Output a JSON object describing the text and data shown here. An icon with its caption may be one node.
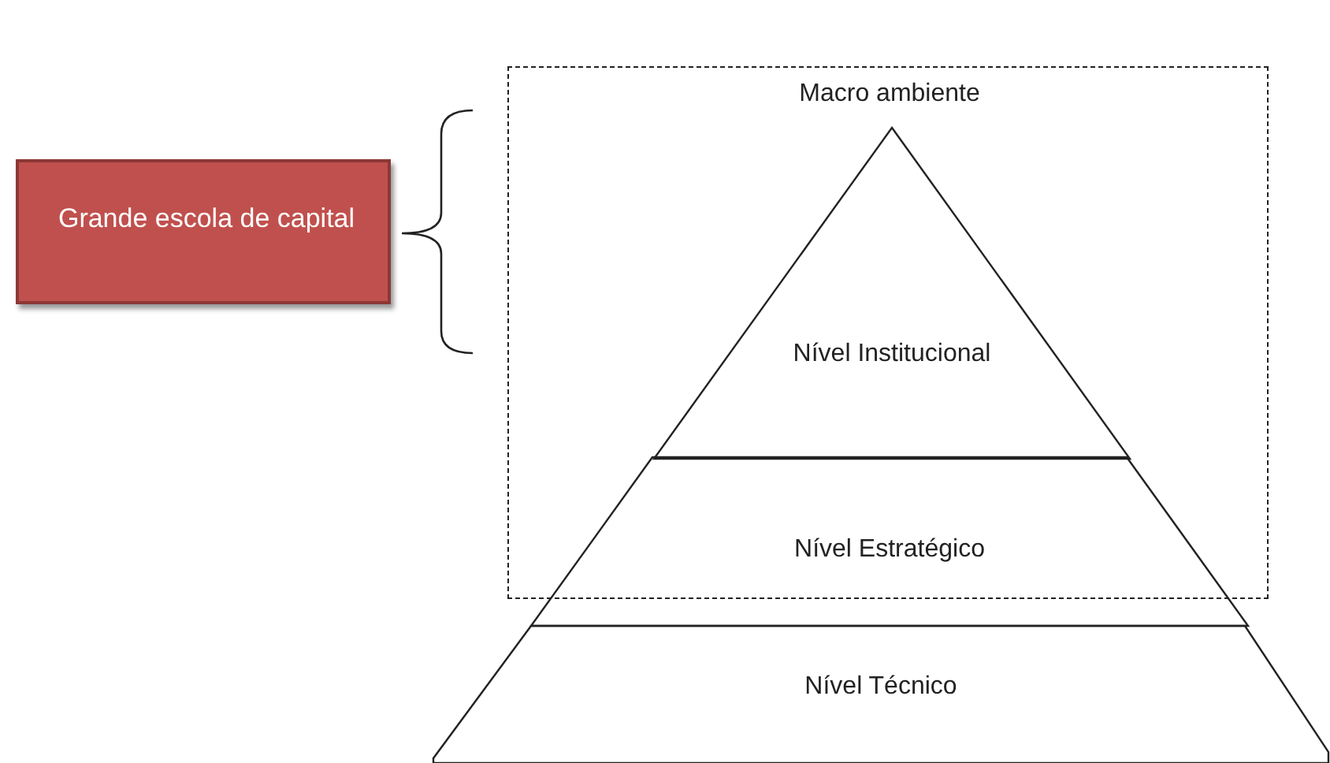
{
  "diagram": {
    "nodes": [
      {
        "text": [
          "Macro ambiente"
        ]
      },
      {
        "text": [
          "Nível Institucional"
        ],
        "in": 0
      },
      {
        "text": [
          "Nível Estratégico"
        ]
      },
      {
        "text": [
          "Nível Técnico"
        ]
      },
      {
        "text": [
          "Grande escola de capital"
        ]
      }
    ]
  }
}
